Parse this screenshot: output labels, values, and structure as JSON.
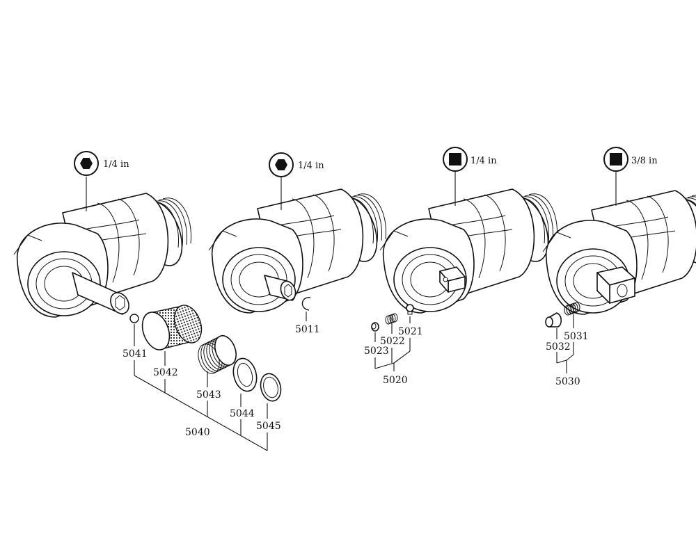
{
  "heads": [
    {
      "drive": "hex",
      "size_label": "1/4 in"
    },
    {
      "drive": "hex",
      "size_label": "1/4 in"
    },
    {
      "drive": "square",
      "size_label": "1/4 in"
    },
    {
      "drive": "square",
      "size_label": "3/8 in"
    }
  ],
  "parts": {
    "p5041": "5041",
    "p5042": "5042",
    "p5043": "5043",
    "p5044": "5044",
    "p5045": "5045",
    "p5040": "5040",
    "p5011": "5011",
    "p5021": "5021",
    "p5022": "5022",
    "p5023": "5023",
    "p5020": "5020",
    "p5031": "5031",
    "p5032": "5032",
    "p5030": "5030"
  },
  "icons": {
    "hex": "hex-drive-icon",
    "square": "square-drive-icon"
  }
}
